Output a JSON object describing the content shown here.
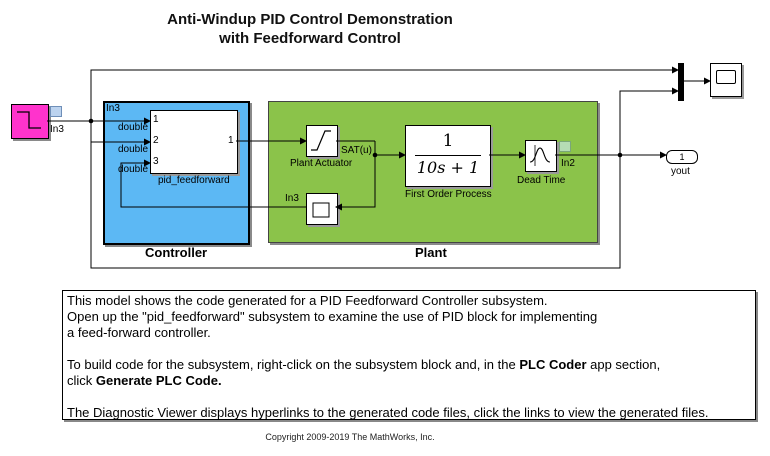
{
  "title_line1": "Anti-Windup PID Control Demonstration",
  "title_line2": "with Feedforward Control",
  "blocks": {
    "in3_source": "In3",
    "controller": {
      "label": "Controller",
      "inport_label": "In3",
      "port_type_1": "double",
      "port_type_2": "double",
      "port_type_3": "double",
      "subsystem_name": "pid_feedforward",
      "port_in_1": "1",
      "port_in_2": "2",
      "port_in_3": "3",
      "port_out_1": "1"
    },
    "plant": {
      "label": "Plant",
      "actuator_label": "Plant Actuator",
      "sat_label": "SAT(u)",
      "tf_numerator": "1",
      "tf_denominator": "10s + 1",
      "tf_label": "First Order Process",
      "dead_time_label": "Dead Time",
      "in2_label": "In2",
      "in3_label": "In3"
    },
    "yout": {
      "port_number": "1",
      "label": "yout"
    }
  },
  "note": {
    "line1": "This model shows the code generated for a PID Feedforward Controller subsystem.",
    "line2": "Open up the \"pid_feedforward\" subsystem to examine the use of PID block for implementing",
    "line3": "a feed-forward controller.",
    "line4_a": "To build code for the subsystem, right-click on the subsystem block and, in the ",
    "line4_b": "PLC Coder",
    "line4_c": " app section,",
    "line5_a": "click ",
    "line5_b": "Generate PLC Code.",
    "line6": "The Diagnostic Viewer displays hyperlinks to the generated code files, click the links to view the generated files."
  },
  "copyright": "Copyright 2009-2019 The MathWorks, Inc.",
  "colors": {
    "controller_fill": "#5cb8f4",
    "plant_fill": "#8bc34a",
    "source_fill": "#ff33cc"
  }
}
